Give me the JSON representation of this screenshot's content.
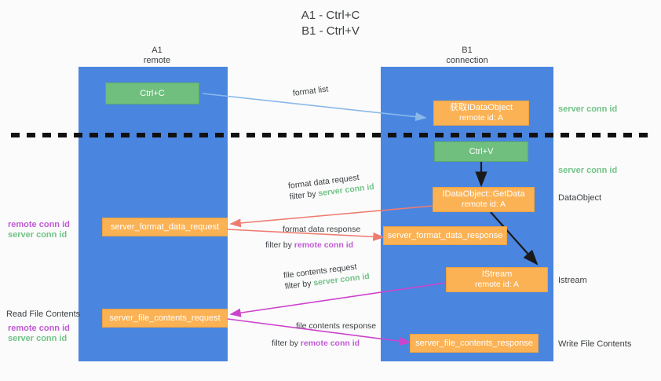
{
  "title": {
    "line1": "A1 - Ctrl+C",
    "line2": "B1 - Ctrl+V"
  },
  "lanes": [
    {
      "name": "A1",
      "sub": "remote"
    },
    {
      "name": "B1",
      "sub": "connection"
    }
  ],
  "colors": {
    "lane": "#4a86e0",
    "green_box": "#70bf7e",
    "orange_box": "#fbb254",
    "arrow_blue": "#8ab9e8",
    "arrow_red": "#ef7b70",
    "arrow_magenta": "#cc44cc",
    "arrow_black": "#1a1a1a",
    "server_conn_id": "#71c387",
    "remote_conn_id": "#c15bd6",
    "dashed_line": "#111111",
    "background": "#fbfbfb"
  },
  "boxes": {
    "ctrl_c": "Ctrl+C",
    "ctrl_v": "Ctrl+V",
    "idataobject_title": "获取IDataObject",
    "idataobject_sub": "remote id: A",
    "getdata_title": "IDataObject::GetData",
    "getdata_sub": "remote id: A",
    "istream_title": "IStream",
    "istream_sub": "remote id: A",
    "server_format_data_request": "server_format_data_request",
    "server_format_data_response": "server_format_data_response",
    "server_file_contents_request": "server_file_contents_request",
    "server_file_contents_response": "server_file_contents_response"
  },
  "edges": [
    {
      "id": "format-list",
      "label": "format list",
      "filter_prefix": "",
      "filter_value": "",
      "color": "#8ab9e8"
    },
    {
      "id": "format-data-request",
      "label": "format data request",
      "filter_prefix": "filter by ",
      "filter_value": "server conn id",
      "color": "#ef7b70"
    },
    {
      "id": "format-data-response",
      "label": "format data response",
      "filter_prefix": "filter by ",
      "filter_value": "remote conn id",
      "color": "#ef7b70"
    },
    {
      "id": "file-contents-request",
      "label": "file contents request",
      "filter_prefix": "filter by ",
      "filter_value": "server conn id",
      "color": "#cc44cc"
    },
    {
      "id": "file-contents-response",
      "label": "file contents response",
      "filter_prefix": "filter by ",
      "filter_value": "remote conn id",
      "color": "#cc44cc"
    }
  ],
  "right_labels": [
    {
      "id": "server-conn-id-top",
      "text": "server conn id",
      "style": "green"
    },
    {
      "id": "server-conn-id-mid",
      "text": "server conn id",
      "style": "green"
    },
    {
      "id": "dataobject",
      "text": "DataObject",
      "style": "dark"
    },
    {
      "id": "istream",
      "text": "Istream",
      "style": "dark"
    },
    {
      "id": "write-file-contents",
      "text": "Write File Contents",
      "style": "dark"
    }
  ],
  "left_labels": [
    {
      "id": "remote-conn-id-upper",
      "text": "remote conn id",
      "style": "purple"
    },
    {
      "id": "server-conn-id-upper",
      "text": "server conn id",
      "style": "green"
    },
    {
      "id": "read-file-contents",
      "text": "Read File Contents",
      "style": "dark"
    },
    {
      "id": "remote-conn-id-lower",
      "text": "remote conn id",
      "style": "purple"
    },
    {
      "id": "server-conn-id-lower",
      "text": "server conn id",
      "style": "green"
    }
  ]
}
